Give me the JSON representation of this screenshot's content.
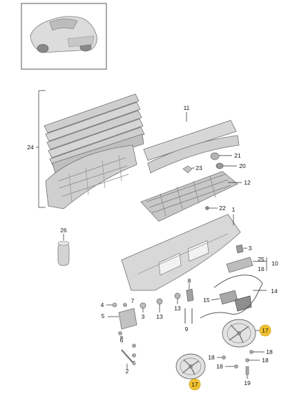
{
  "callouts": [
    {
      "id": "c11",
      "text": "11"
    },
    {
      "id": "c24",
      "text": "24"
    },
    {
      "id": "c21",
      "text": "21"
    },
    {
      "id": "c23",
      "text": "23"
    },
    {
      "id": "c20",
      "text": "20"
    },
    {
      "id": "c12",
      "text": "12"
    },
    {
      "id": "c22",
      "text": "22"
    },
    {
      "id": "c1",
      "text": "1"
    },
    {
      "id": "c26",
      "text": "26"
    },
    {
      "id": "c3",
      "text": "3"
    },
    {
      "id": "c25",
      "text": "25"
    },
    {
      "id": "c10",
      "text": "10"
    },
    {
      "id": "c16",
      "text": "16"
    },
    {
      "id": "c8",
      "text": "8"
    },
    {
      "id": "c14",
      "text": "14"
    },
    {
      "id": "c4",
      "text": "4"
    },
    {
      "id": "c7",
      "text": "7"
    },
    {
      "id": "c15",
      "text": "15"
    },
    {
      "id": "c13a",
      "text": "13"
    },
    {
      "id": "c13b",
      "text": "13"
    },
    {
      "id": "c5",
      "text": "5"
    },
    {
      "id": "c3b",
      "text": "3"
    },
    {
      "id": "c9",
      "text": "9"
    },
    {
      "id": "c6a",
      "text": "6"
    },
    {
      "id": "c18a",
      "text": "18"
    },
    {
      "id": "c18b",
      "text": "18"
    },
    {
      "id": "c18c",
      "text": "18"
    },
    {
      "id": "c6b",
      "text": "6"
    },
    {
      "id": "c2",
      "text": "2"
    },
    {
      "id": "c19",
      "text": "19"
    },
    {
      "id": "c17a",
      "text": "17"
    },
    {
      "id": "c17b",
      "text": "17"
    }
  ],
  "colors": {
    "highlight": "#f2c230",
    "part_fill": "#d9d9d9",
    "part_dark": "#9a9a9a",
    "line": "#222222"
  }
}
